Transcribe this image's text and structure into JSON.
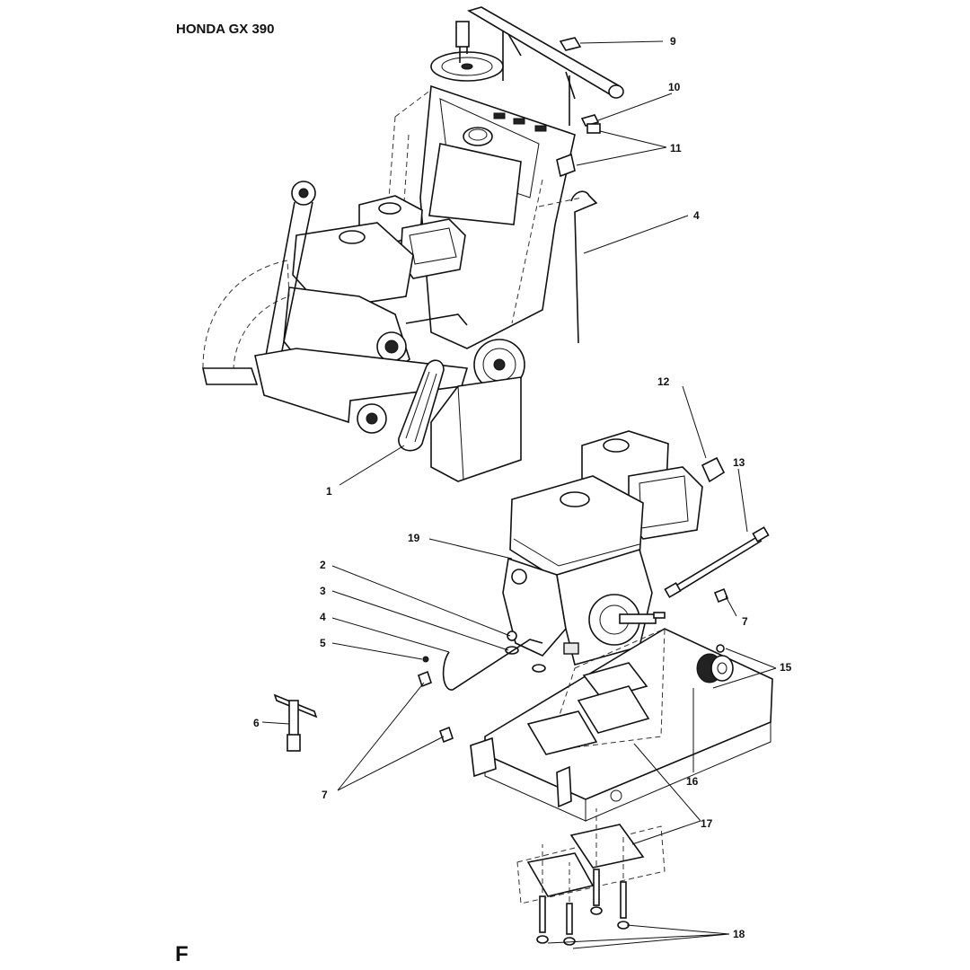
{
  "header": {
    "title": "HONDA GX 390"
  },
  "footer": {
    "section_letter": "F"
  },
  "callouts": [
    {
      "id": "c9",
      "label": "9"
    },
    {
      "id": "c10",
      "label": "10"
    },
    {
      "id": "c11",
      "label": "11"
    },
    {
      "id": "c4a",
      "label": "4"
    },
    {
      "id": "c1",
      "label": "1"
    },
    {
      "id": "c12",
      "label": "12"
    },
    {
      "id": "c13",
      "label": "13"
    },
    {
      "id": "c19",
      "label": "19"
    },
    {
      "id": "c2",
      "label": "2"
    },
    {
      "id": "c3",
      "label": "3"
    },
    {
      "id": "c4b",
      "label": "4"
    },
    {
      "id": "c5",
      "label": "5"
    },
    {
      "id": "c7a",
      "label": "7"
    },
    {
      "id": "c15",
      "label": "15"
    },
    {
      "id": "c6",
      "label": "6"
    },
    {
      "id": "c16",
      "label": "16"
    },
    {
      "id": "c7b",
      "label": "7"
    },
    {
      "id": "c17",
      "label": "17"
    },
    {
      "id": "c18",
      "label": "18"
    }
  ]
}
